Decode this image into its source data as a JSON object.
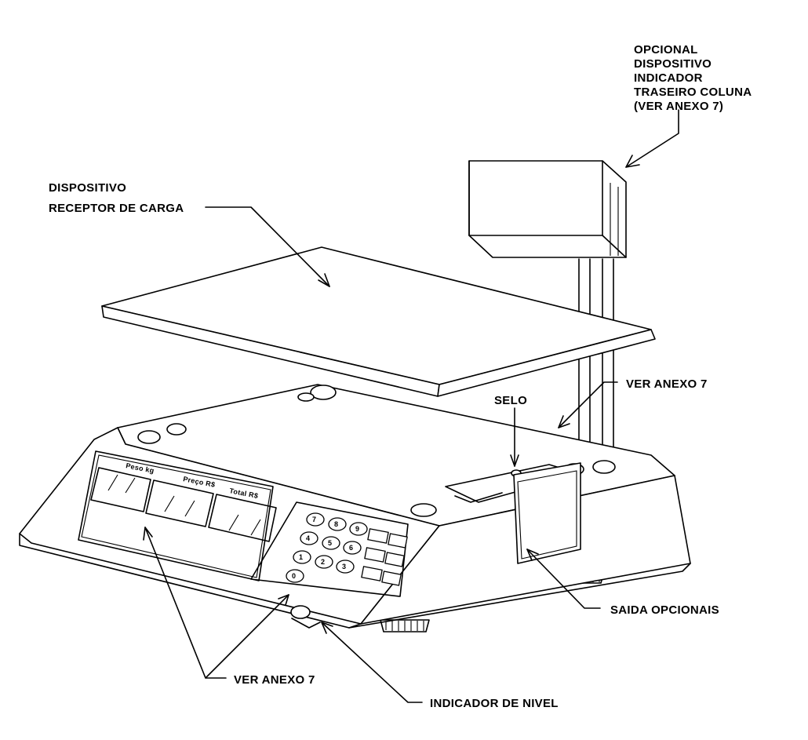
{
  "labels": {
    "optional_display": [
      "OPCIONAL",
      "DISPOSITIVO",
      "INDICADOR",
      "TRASEIRO COLUNA",
      "(VER ANEXO 7)"
    ],
    "load_receptor": [
      "DISPOSITIVO",
      "RECEPTOR DE CARGA"
    ],
    "see_annex_right": "VER ANEXO 7",
    "seal": "SELO",
    "optional_output": "SAIDA OPCIONAIS",
    "see_annex_bottom": "VER ANEXO 7",
    "level_indicator": "INDICADOR DE NIVEL"
  },
  "panel": {
    "display_titles": [
      "Peso kg",
      "Preço R$",
      "Total R$"
    ],
    "keypad_digits": [
      "7",
      "8",
      "9",
      "4",
      "5",
      "6",
      "1",
      "2",
      "3",
      "0"
    ]
  },
  "colors": {
    "ink": "#000000",
    "paper": "#ffffff"
  }
}
